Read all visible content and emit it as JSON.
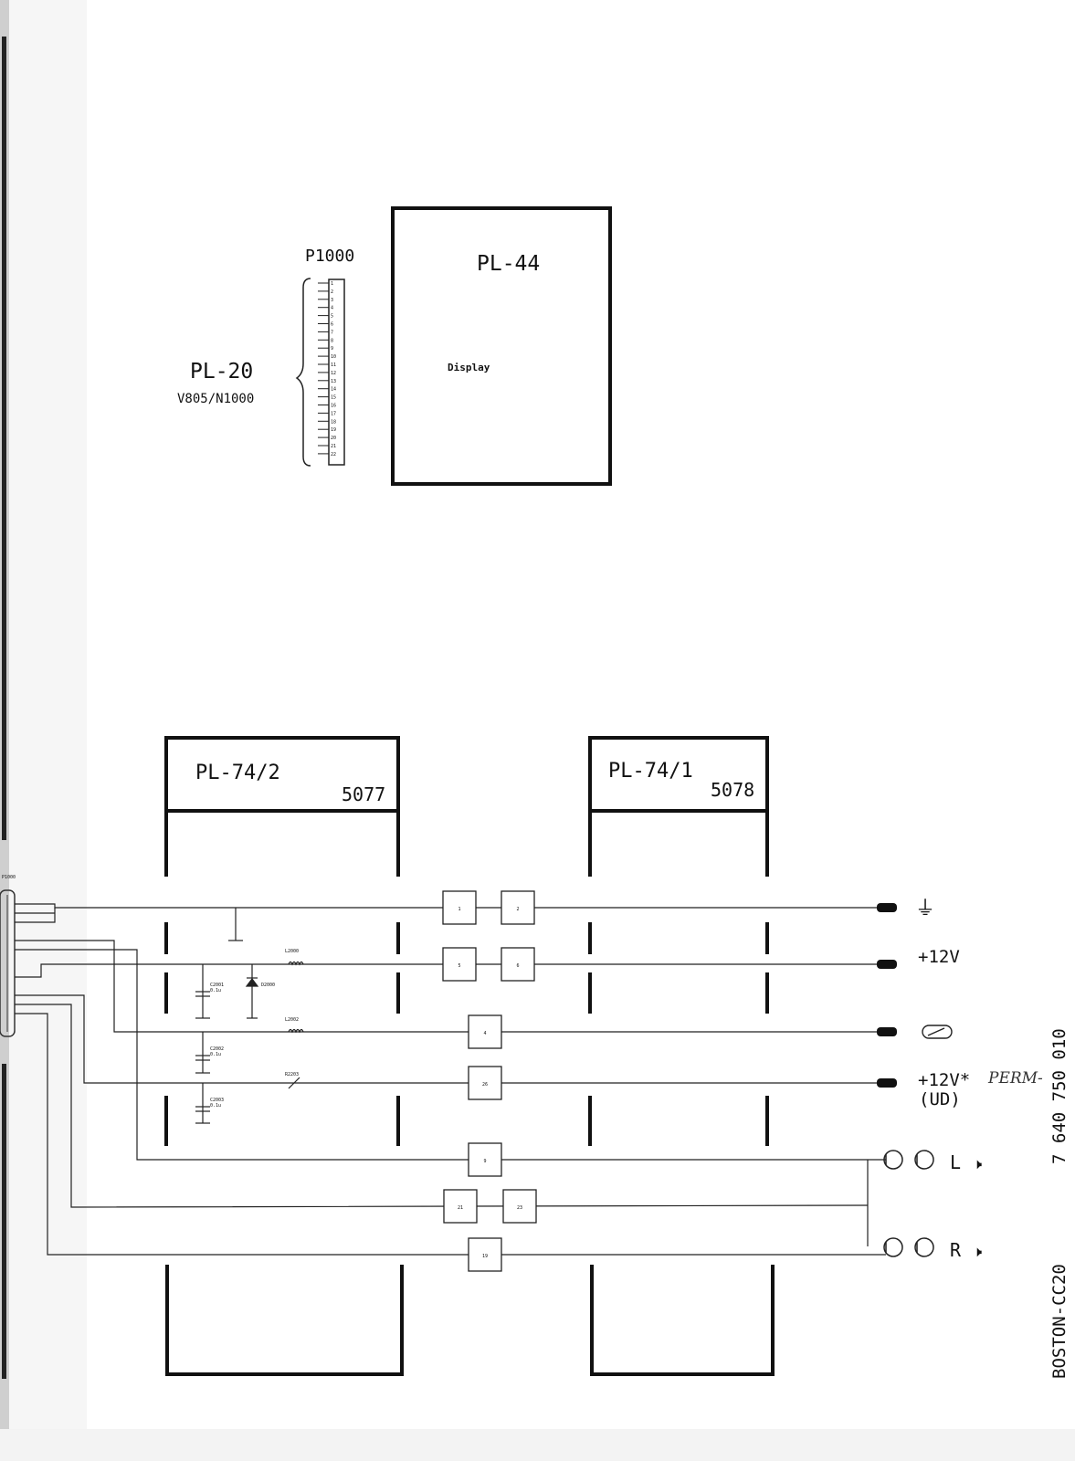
{
  "connector": {
    "label": "P1000",
    "pins": [
      "1",
      "2",
      "3",
      "4",
      "5",
      "6",
      "7",
      "8",
      "9",
      "10",
      "11",
      "12",
      "13",
      "14",
      "15",
      "16",
      "17",
      "18",
      "19",
      "20",
      "21",
      "22"
    ],
    "edge_label": "P1000"
  },
  "boards": {
    "pl20": {
      "name": "PL-20",
      "sub": "V805/N1000"
    },
    "pl44": {
      "name": "PL-44",
      "function": "Display"
    },
    "pl74_2": {
      "name": "PL-74/2",
      "code": "5077"
    },
    "pl74_1": {
      "name": "PL-74/1",
      "code": "5078"
    }
  },
  "components": {
    "l2000": "L2000",
    "l2002": "L2002",
    "c2001": {
      "ref": "C2001",
      "val": "0.1u"
    },
    "d2000": "D2000",
    "c2002": {
      "ref": "C2002",
      "val": "0.1u"
    },
    "c2003": {
      "ref": "C2003",
      "val": "0.1u"
    },
    "r2203": "R2203"
  },
  "pins_boxes": [
    "1",
    "2",
    "5",
    "6",
    "4",
    "26",
    "9",
    "21",
    "23",
    "19"
  ],
  "outputs": {
    "ground": "⏚",
    "v12": "+12V",
    "v12perm": "+12V*",
    "ud": "(UD)",
    "handwritten": "PERM-",
    "left": "L",
    "right": "R",
    "speaker": "🕨"
  },
  "title_block": {
    "part_number": "7 640 750 010",
    "model": "BOSTON-CC20"
  }
}
